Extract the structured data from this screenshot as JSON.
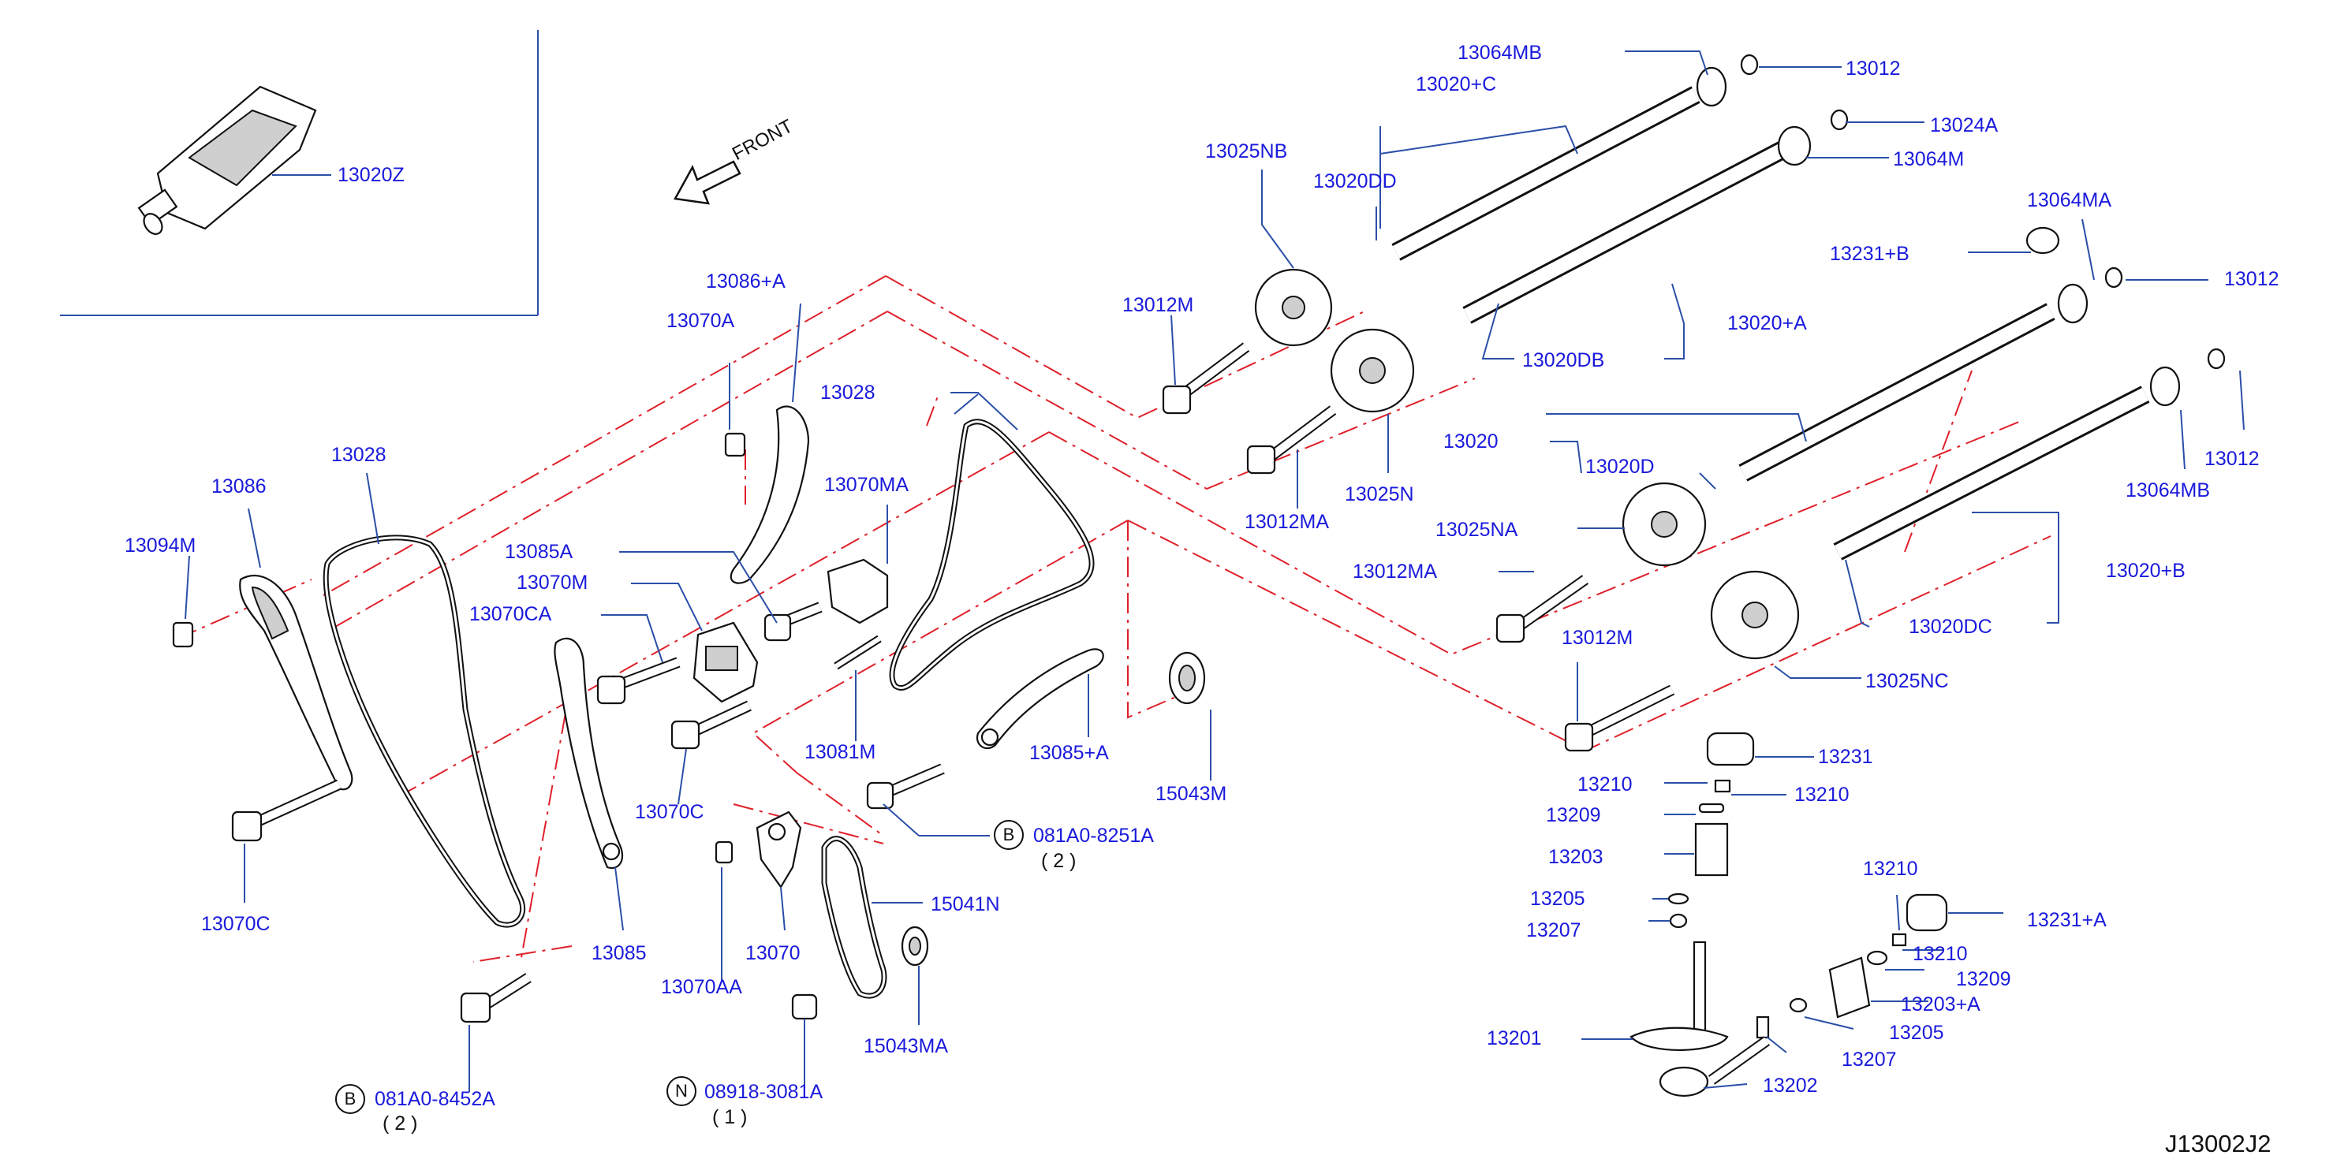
{
  "diagram_id": "J13002J2",
  "front_label": "FRONT",
  "labels": {
    "l13020Z": "13020Z",
    "l13086A": "13086+A",
    "l13070A": "13070A",
    "l13028a": "13028",
    "l13028b": "13028",
    "l13086": "13086",
    "l13094M": "13094M",
    "l13070MA": "13070MA",
    "l13085A": "13085A",
    "l13070M": "13070M",
    "l13070CA": "13070CA",
    "l13081M": "13081M",
    "l13085pA": "13085+A",
    "l15043M": "15043M",
    "l13070C": "13070C",
    "l13070Cb": "13070C",
    "l13085": "13085",
    "l13070": "13070",
    "l13070AA": "13070AA",
    "l15041N": "15041N",
    "l15043MA": "15043MA",
    "l081A8251A": "081A0-8251A",
    "l081A8251Aq": "( 2 )",
    "l081A8452A": "081A0-8452A",
    "l081A8452Aq": "( 2 )",
    "l089183081A": "08918-3081A",
    "l089183081Aq": "( 1 )",
    "l13064MB_top": "13064MB",
    "l13012_top": "13012",
    "l13020C": "13020+C",
    "l13024A": "13024A",
    "l13025NB": "13025NB",
    "l13064M": "13064M",
    "l13020DD": "13020DD",
    "l13064MA": "13064MA",
    "l13231B": "13231+B",
    "l13012_mid": "13012",
    "l13012M_top": "13012M",
    "l13020A": "13020+A",
    "l13020DB": "13020DB",
    "l13020": "13020",
    "l13020D": "13020D",
    "l13012_right": "13012",
    "l13064MB_right": "13064MB",
    "l13025N": "13025N",
    "l13012MA_a": "13012MA",
    "l13025NA": "13025NA",
    "l13012MA_b": "13012MA",
    "l13020B": "13020+B",
    "l13020DC": "13020DC",
    "l13012M_b": "13012M",
    "l13025NC": "13025NC",
    "l13231": "13231",
    "l13210a": "13210",
    "l13210b": "13210",
    "l13209a": "13209",
    "l13203": "13203",
    "l13205a": "13205",
    "l13207a": "13207",
    "l13201": "13201",
    "l13210c": "13210",
    "l13231A": "13231+A",
    "l13210d": "13210",
    "l13209b": "13209",
    "l13203A": "13203+A",
    "l13205b": "13205",
    "l13207b": "13207",
    "l13202": "13202",
    "circle_B1": "B",
    "circle_B2": "B",
    "circle_N": "N"
  },
  "colors": {
    "label": "#1a1adc",
    "leader": "#2b4fa8",
    "center_line": "#e0202a",
    "outline": "#111111"
  }
}
